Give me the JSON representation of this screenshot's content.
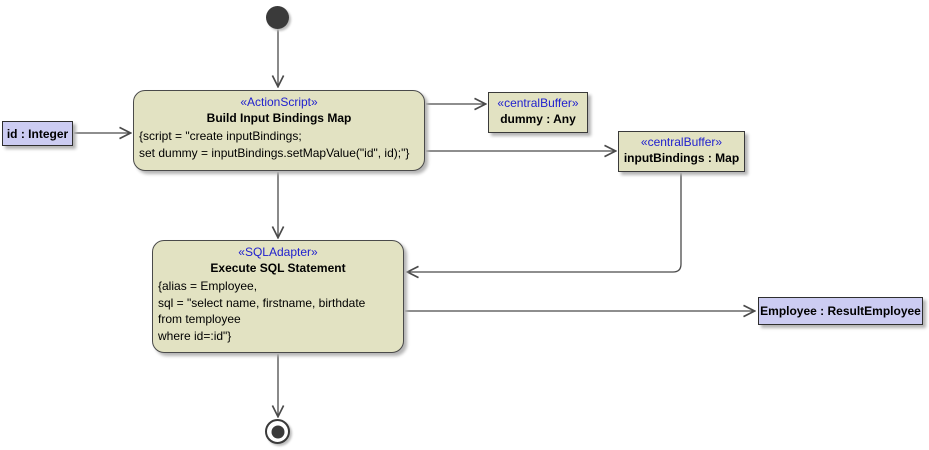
{
  "diagram": {
    "type": "uml-activity-diagram",
    "nodes": {
      "build": {
        "stereotype": "«ActionScript»",
        "title": "Build Input Bindings Map",
        "body_lines": [
          "{script = \"create inputBindings;",
          "set dummy = inputBindings.setMapValue(\"id\", id);\"}"
        ]
      },
      "id_object": {
        "label": "id : Integer"
      },
      "dummy_buffer": {
        "stereotype": "«centralBuffer»",
        "label": "dummy : Any"
      },
      "input_bindings_buffer": {
        "stereotype": "«centralBuffer»",
        "label": "inputBindings : Map"
      },
      "execute": {
        "stereotype": "«SQLAdapter»",
        "title": "Execute SQL Statement",
        "body_lines": [
          "{alias = Employee,",
          "sql = \"select name, firstname, birthdate",
          "from temployee",
          "where id=:id\"}"
        ]
      },
      "employee_object": {
        "label": "Employee : ResultEmployee"
      }
    },
    "colors": {
      "action_fill": "#E2E2C2",
      "object_fill": "#CCCCF2",
      "stereotype_text": "#2121CE",
      "node_border": "#4A4A4A",
      "connector_line": "#4A4A4A",
      "terminal_fill": "#3A3A3A",
      "background": "#FFFFFF"
    }
  }
}
